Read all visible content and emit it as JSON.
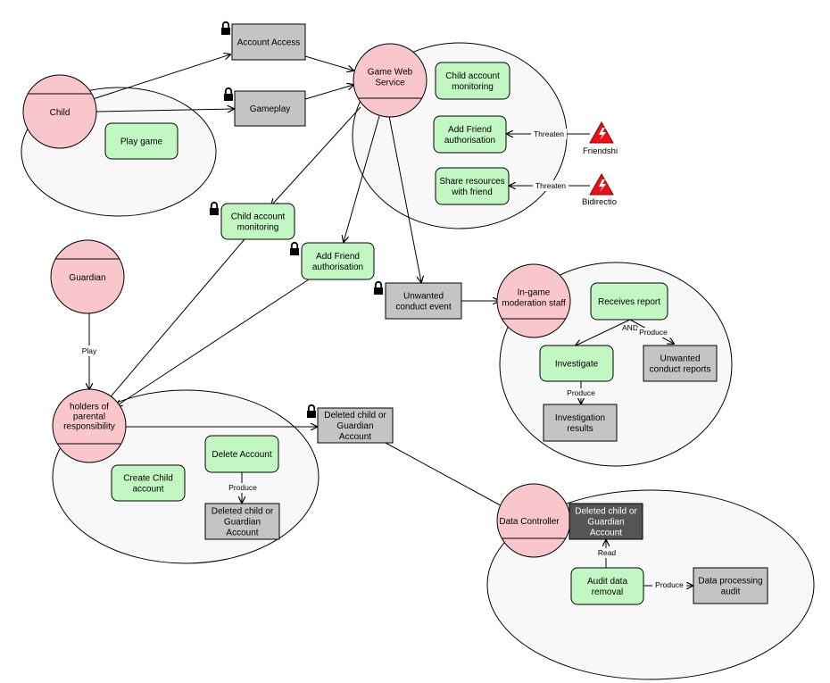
{
  "actors": {
    "child": "Child",
    "game_web_service": "Game Web Service",
    "guardian": "Guardian",
    "holders": "holders of parental responsibility",
    "moderation": "In-game moderation staff",
    "data_controller": "Data Controller"
  },
  "goals": {
    "play_game": "Play game",
    "child_account_monitoring": "Child account monitoring",
    "add_friend_authorisation": "Add Friend authorisation",
    "share_resources": "Share resources with friend",
    "receives_report": "Receives report",
    "investigate": "Investigate",
    "create_child_account": "Create Child account",
    "delete_account": "Delete Account",
    "audit_data_removal": "Audit data removal"
  },
  "documents": {
    "account_access": "Account Access",
    "gameplay": "Gameplay",
    "unwanted_conduct_event": "Unwanted conduct event",
    "unwanted_conduct_reports": "Unwanted conduct reports",
    "investigation_results": "Investigation results",
    "deleted_account_external": "Deleted child or Guardian Account",
    "deleted_account_holders": "Deleted child or Guardian Account",
    "deleted_account_controller": "Deleted child or Guardian Account",
    "data_processing_audit": "Data processing audit"
  },
  "threats": {
    "friendship": "Friendshi",
    "bidirection": "Bidirectio"
  },
  "edge_labels": {
    "threaten_1": "Threaten",
    "threaten_2": "Threaten",
    "play": "Play",
    "and": "AND",
    "produce_reports": "Produce",
    "produce_results": "Produce",
    "produce_deleted": "Produce",
    "read": "Read",
    "produce_audit": "Produce"
  },
  "colors": {
    "actor_fill": "#f9c6cb",
    "goal_fill": "#c2f7c4",
    "document_fill": "#c4c4c4",
    "document_dark_fill": "#555555",
    "boundary_fill": "#f8f8f8",
    "threat_fill": "#e8121c"
  }
}
